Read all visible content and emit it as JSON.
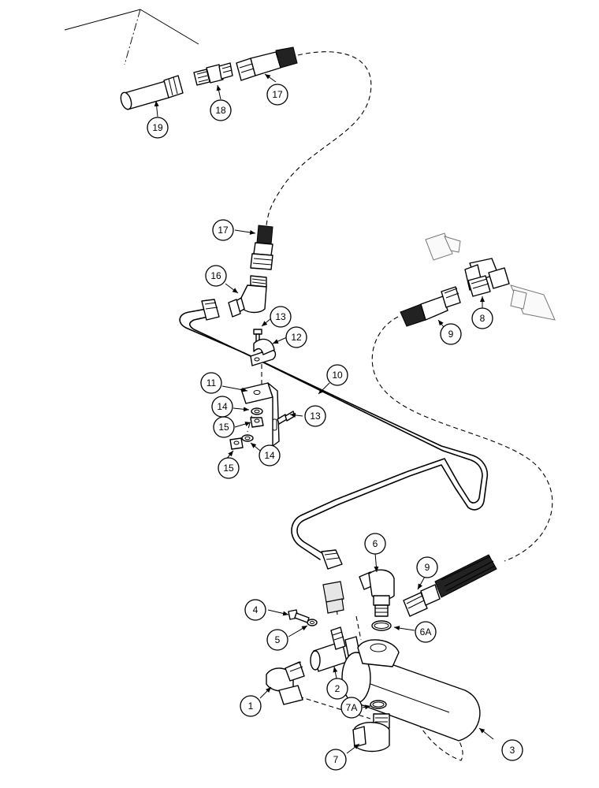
{
  "callouts": [
    {
      "label": "19"
    },
    {
      "label": "18"
    },
    {
      "label": "17"
    },
    {
      "label": "17"
    },
    {
      "label": "16"
    },
    {
      "label": "13"
    },
    {
      "label": "12"
    },
    {
      "label": "11"
    },
    {
      "label": "10"
    },
    {
      "label": "14"
    },
    {
      "label": "13"
    },
    {
      "label": "15"
    },
    {
      "label": "14"
    },
    {
      "label": "15"
    },
    {
      "label": "9"
    },
    {
      "label": "8"
    },
    {
      "label": "6"
    },
    {
      "label": "9"
    },
    {
      "label": "4"
    },
    {
      "label": "5"
    },
    {
      "label": "6A"
    },
    {
      "label": "2"
    },
    {
      "label": "1"
    },
    {
      "label": "7A"
    },
    {
      "label": "3"
    },
    {
      "label": "7"
    }
  ]
}
